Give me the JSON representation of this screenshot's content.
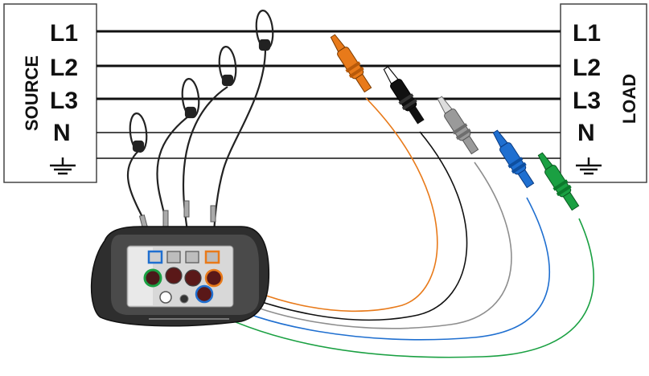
{
  "source_panel": {
    "title": "SOURCE",
    "lines": [
      "L1",
      "L2",
      "L3",
      "N"
    ],
    "ground_icon": "earth-ground-icon"
  },
  "load_panel": {
    "title": "LOAD",
    "lines": [
      "L1",
      "L2",
      "L3",
      "N"
    ],
    "ground_icon": "earth-ground-icon"
  },
  "current_clamps": [
    "current-clamp-icon",
    "current-clamp-icon",
    "current-clamp-icon",
    "current-clamp-icon"
  ],
  "voltage_probes": {
    "colors": [
      "#e87a1a",
      "#111111",
      "#8e8e8e",
      "#1f6fd0",
      "#1aa042"
    ]
  },
  "instrument": {
    "icon": "power-quality-analyzer-icon"
  }
}
